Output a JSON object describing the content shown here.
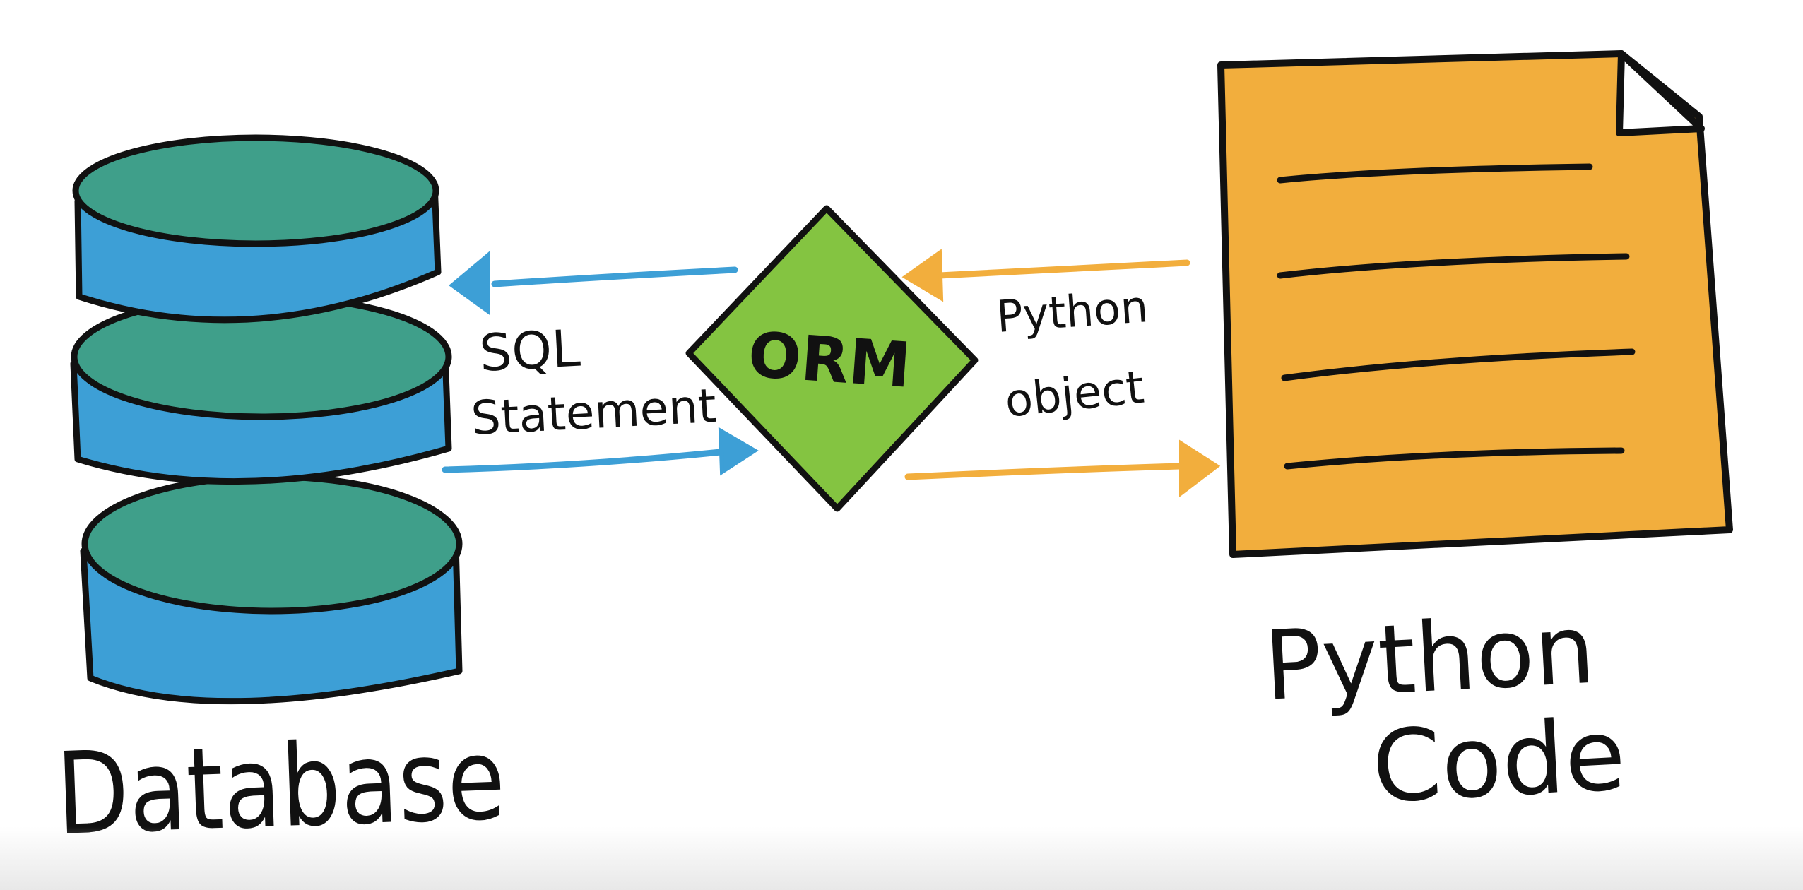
{
  "labels": {
    "database": "Database",
    "sql_line1": "SQL",
    "sql_line2": "Statement",
    "orm": "ORM",
    "py_obj_line1": "Python",
    "py_obj_line2": "object",
    "code_line1": "Python",
    "code_line2": "Code"
  },
  "colors": {
    "database_top": "#3f9f8a",
    "database_side": "#3d9fd6",
    "orm_fill": "#84c441",
    "document_fill": "#f2ae3d",
    "sql_arrow": "#3d9fd6",
    "python_arrow": "#f2ae3d",
    "outline": "#111111"
  }
}
